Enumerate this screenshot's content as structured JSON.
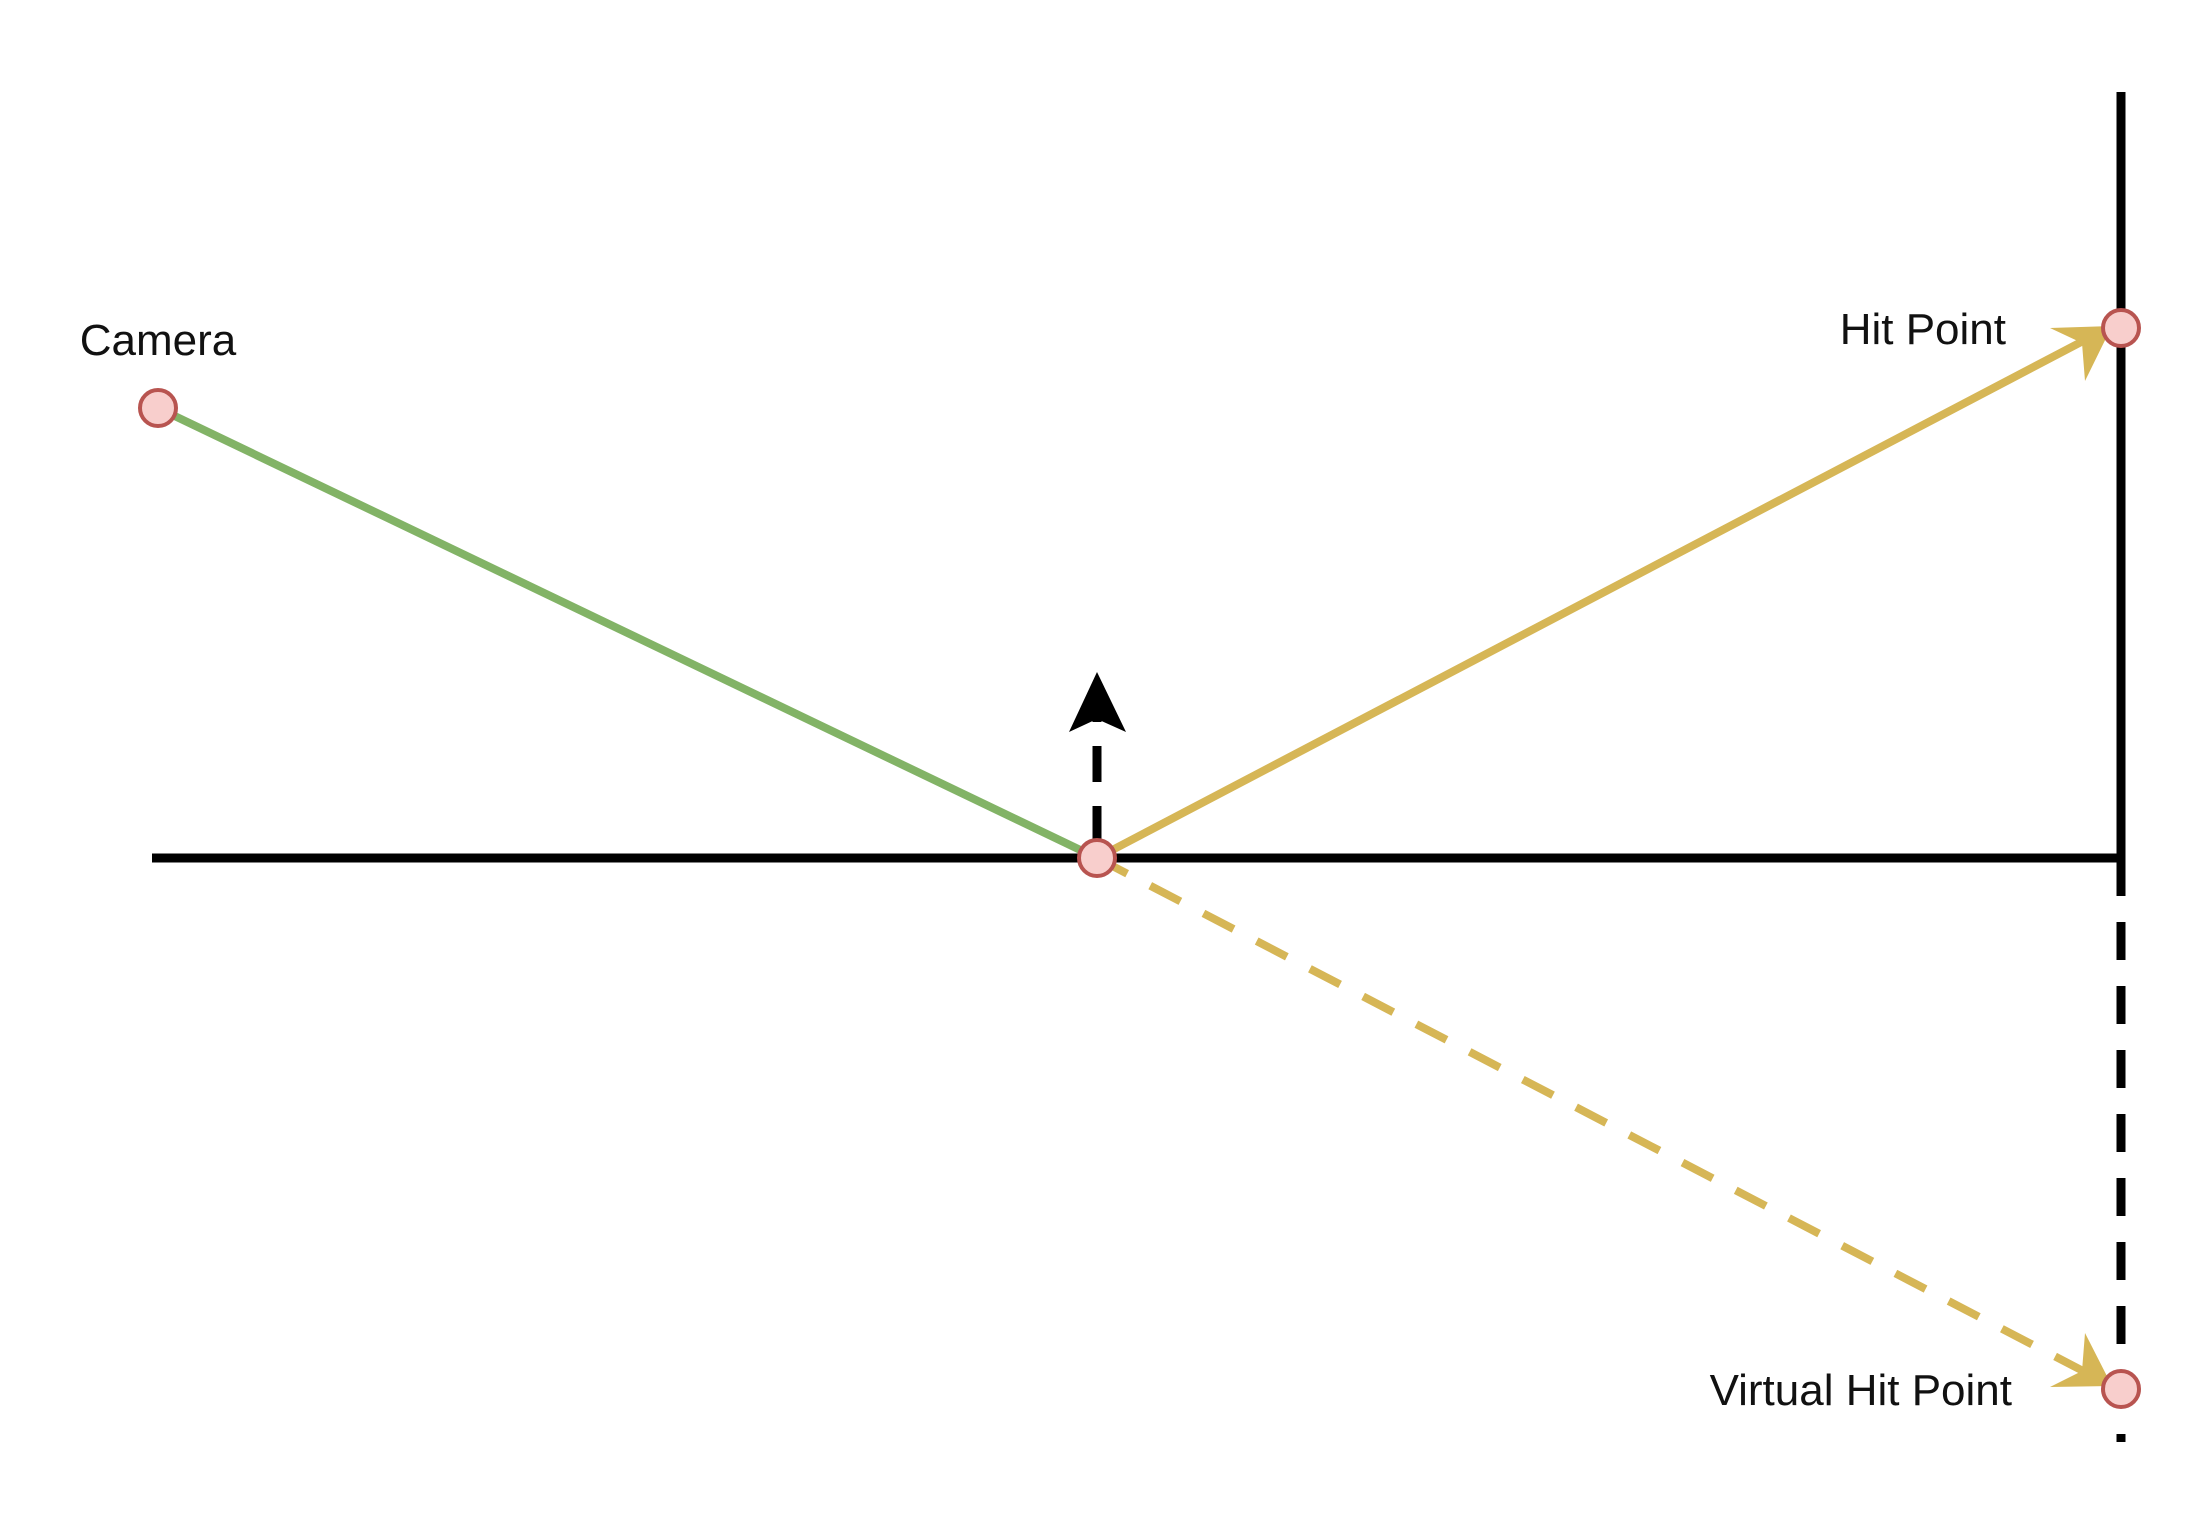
{
  "labels": {
    "camera": "Camera",
    "hit_point": "Hit Point",
    "virtual_hit_point": "Virtual Hit Point"
  },
  "colors": {
    "incident_ray": "#82b366",
    "reflected_ray": "#d6b656",
    "surface": "#000000",
    "point_fill": "#f8cecc",
    "point_stroke": "#b85450",
    "normal": "#000000"
  },
  "icons": {
    "point": "circle",
    "normal_arrow": "arrow-up",
    "ray_arrow": "arrowhead"
  }
}
